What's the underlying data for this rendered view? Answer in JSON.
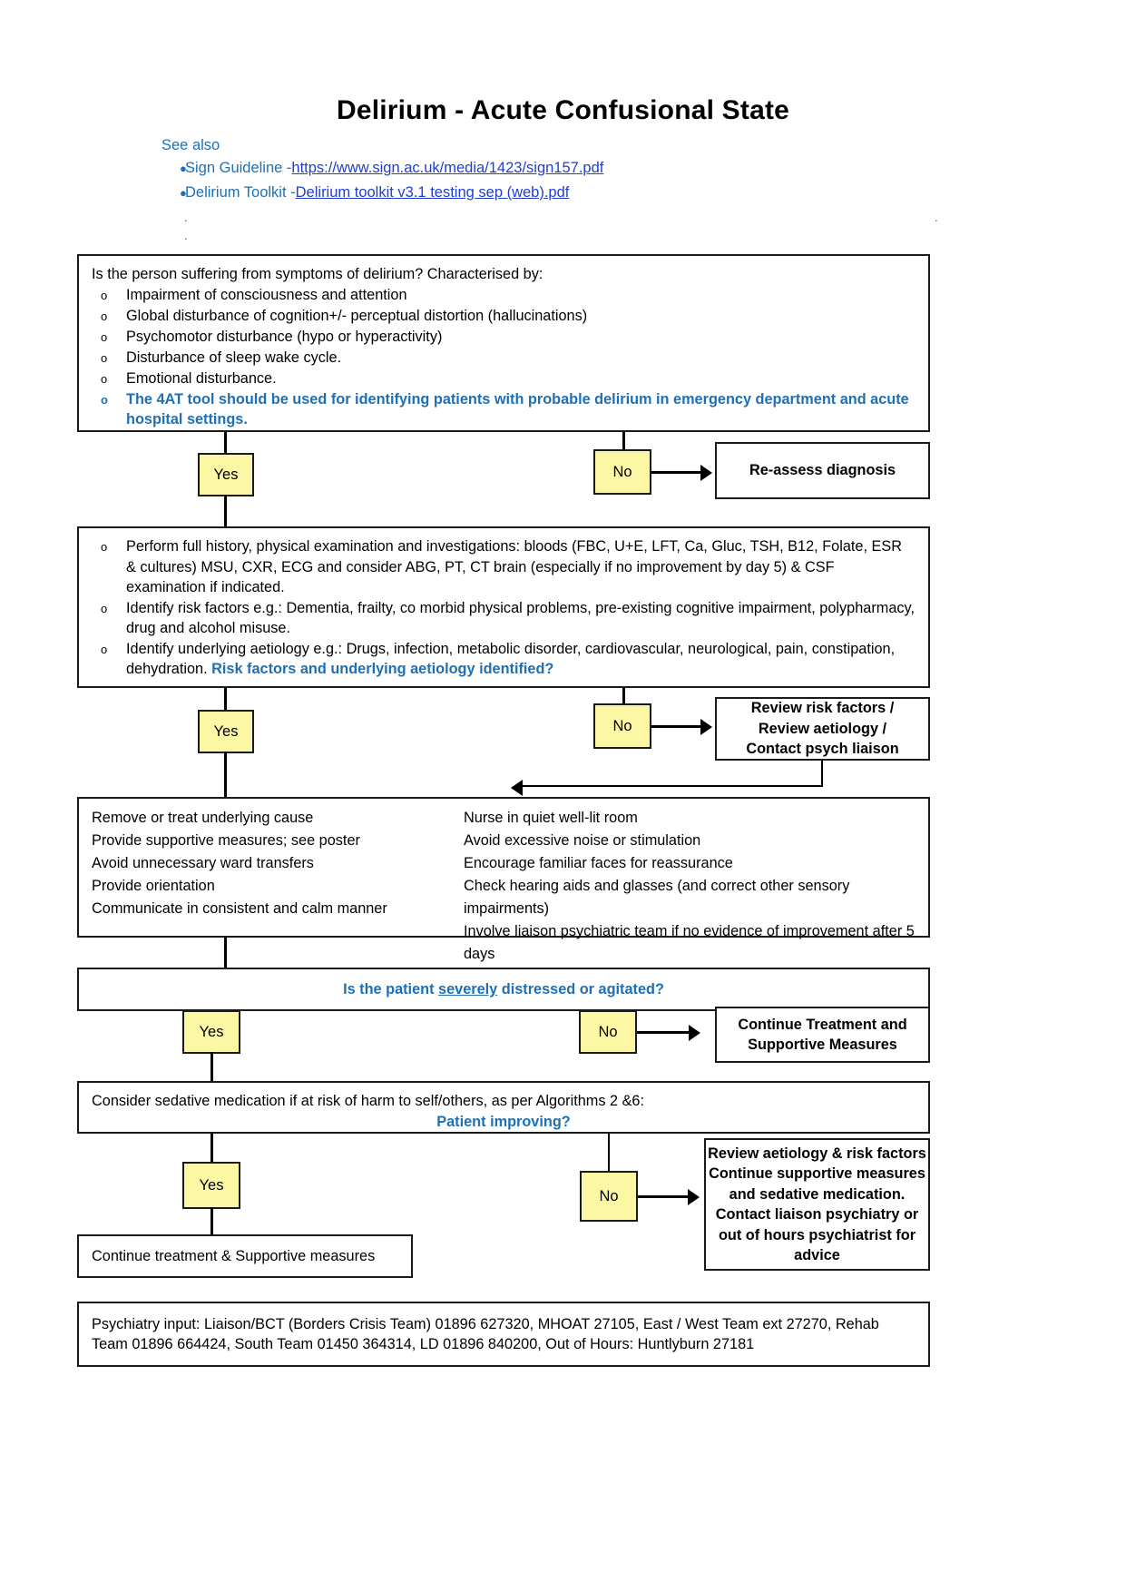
{
  "header": {
    "title": "Delirium - Acute Confusional State",
    "see_also_label": "See also",
    "links": [
      {
        "prefix": "Sign Guideline - ",
        "link": "https://www.sign.ac.uk/media/1423/sign157.pdf"
      },
      {
        "prefix": "Delirium Toolkit - ",
        "link": "Delirium toolkit v3.1 testing sep (web).pdf"
      }
    ]
  },
  "step1": {
    "question": "Is the person suffering from symptoms of delirium? Characterised by:",
    "bullets": [
      "Impairment of consciousness and attention",
      "Global disturbance of cognition+/- perceptual distortion (hallucinations)",
      "Psychomotor disturbance (hypo or hyperactivity)",
      "Disturbance of sleep wake cycle.",
      "Emotional disturbance."
    ],
    "highlight": "The 4AT tool should be used for identifying patients with probable delirium in emergency department and acute hospital settings.",
    "yes": "Yes",
    "no": "No",
    "no_outcome": "Re-assess diagnosis"
  },
  "step2": {
    "bullet1": "Perform full history, physical examination and investigations: bloods (FBC, U+E, LFT, Ca, Gluc, TSH, B12, Folate, ESR & cultures) MSU, CXR, ECG and consider ABG, PT, CT brain (especially if no improvement by day 5) & CSF examination if indicated.",
    "bullet2": "Identify risk factors e.g.:  Dementia, frailty, co morbid physical problems, pre-existing cognitive impairment, polypharmacy, drug and alcohol misuse.",
    "bullet3_plain": "Identify underlying aetiology e.g.:  Drugs, infection, metabolic disorder, cardiovascular, neurological, pain, constipation, dehydration. ",
    "bullet3_bold": "Risk factors and underlying aetiology identified?",
    "yes": "Yes",
    "no": "No",
    "no_outcome_lines": [
      "Review risk factors /",
      "Review aetiology /",
      "Contact psych liaison"
    ]
  },
  "measures": {
    "left": [
      "Remove or treat underlying cause",
      "Provide supportive measures; see poster",
      "Avoid unnecessary ward transfers",
      "Provide orientation",
      "Communicate in consistent and calm manner"
    ],
    "right": [
      "Nurse in quiet well-lit room",
      "Avoid excessive noise or stimulation",
      "Encourage familiar faces for reassurance",
      "Check hearing aids and glasses (and correct other sensory impairments)",
      "Involve liaison psychiatric team if no evidence of improvement after 5 days"
    ]
  },
  "step3": {
    "q_pre": "Is the patient ",
    "q_underline": "severely",
    "q_post": " distressed or agitated?",
    "yes": "Yes",
    "no": "No",
    "no_outcome_lines": [
      "Continue Treatment and",
      "Supportive Measures"
    ]
  },
  "step4": {
    "line1": "Consider sedative medication if at risk of harm to self/others, as per Algorithms 2 &6:",
    "line2": "Patient improving?",
    "yes": "Yes",
    "no": "No",
    "yes_outcome": "Continue treatment & Supportive measures",
    "no_outcome_lines": [
      "Review aetiology & risk factors",
      "Continue supportive measures",
      "and sedative medication.",
      "Contact liaison psychiatry or",
      "out of hours psychiatrist for",
      "advice"
    ]
  },
  "footer": {
    "text": "Psychiatry input:  Liaison/BCT (Borders Crisis Team) 01896 627320, MHOAT 27105, East / West Team ext 27270, Rehab Team 01896 664424, South Team 01450 364314, LD 01896 840200, Out of Hours: Huntlyburn 27181"
  },
  "colors": {
    "accent_blue": "#1f6fb4",
    "link_blue": "#1f3fd0",
    "pill_yellow": "#fbf7a5",
    "border": "#1a1a1a"
  }
}
